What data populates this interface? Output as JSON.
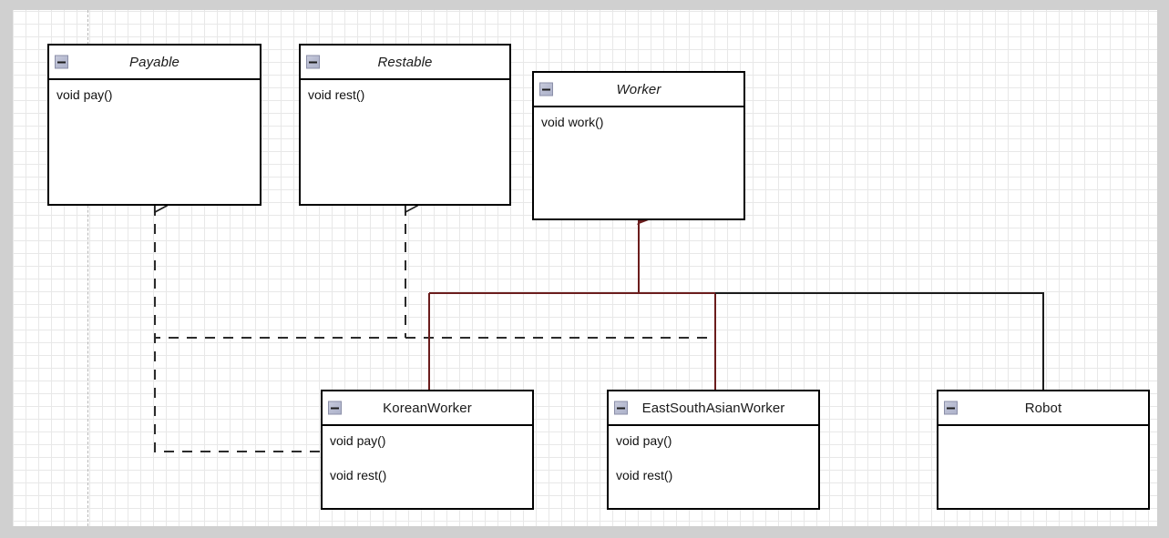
{
  "diagram": {
    "type": "uml-class-diagram",
    "canvas": {
      "background": "#d0d0d0",
      "sheet_background": "#ffffff",
      "grid": "on"
    },
    "colors": {
      "box_border": "#000000",
      "text": "#111111",
      "inheritance_generalization": "#6b1d1d",
      "inheritance_black": "#1c1c1c",
      "realization_dashed": "#2b2b2b"
    },
    "classes": [
      {
        "id": "payable",
        "name": "Payable",
        "abstract": true,
        "stereotype": "interface",
        "collapse_icon": "minus-icon",
        "members": [
          "void pay()"
        ]
      },
      {
        "id": "restable",
        "name": "Restable",
        "abstract": true,
        "stereotype": "interface",
        "collapse_icon": "minus-icon",
        "members": [
          "void rest()"
        ]
      },
      {
        "id": "worker",
        "name": "Worker",
        "abstract": true,
        "stereotype": "abstract-class",
        "collapse_icon": "minus-icon",
        "members": [
          "void work()"
        ]
      },
      {
        "id": "koreanworker",
        "name": "KoreanWorker",
        "abstract": false,
        "stereotype": "class",
        "collapse_icon": "minus-icon",
        "members": [
          "void pay()",
          "void rest()"
        ]
      },
      {
        "id": "eastsouthasianworker",
        "name": "EastSouthAsianWorker",
        "abstract": false,
        "stereotype": "class",
        "collapse_icon": "minus-icon",
        "members": [
          "void pay()",
          "void rest()"
        ]
      },
      {
        "id": "robot",
        "name": "Robot",
        "abstract": false,
        "stereotype": "class",
        "collapse_icon": "minus-icon",
        "members": []
      }
    ],
    "relationships": [
      {
        "id": "rel-1",
        "from": "KoreanWorker",
        "to": "Payable",
        "type": "realization",
        "line": "dashed",
        "arrow": "hollow-triangle"
      },
      {
        "id": "rel-2",
        "from": "EastSouthAsianWorker",
        "to": "Payable",
        "type": "realization",
        "line": "dashed",
        "arrow": "hollow-triangle"
      },
      {
        "id": "rel-3",
        "from": "EastSouthAsianWorker",
        "to": "Restable",
        "type": "realization",
        "line": "dashed",
        "arrow": "hollow-triangle"
      },
      {
        "id": "rel-4",
        "from": "KoreanWorker",
        "to": "Worker",
        "type": "generalization",
        "line": "solid",
        "arrow": "filled-arrow",
        "color": "#6b1d1d"
      },
      {
        "id": "rel-5",
        "from": "EastSouthAsianWorker",
        "to": "Worker",
        "type": "generalization",
        "line": "solid",
        "arrow": "filled-arrow",
        "color": "#6b1d1d"
      },
      {
        "id": "rel-6",
        "from": "Robot",
        "to": "Worker",
        "type": "generalization",
        "line": "solid",
        "arrow": "filled-arrow",
        "color": "#1c1c1c"
      }
    ]
  }
}
